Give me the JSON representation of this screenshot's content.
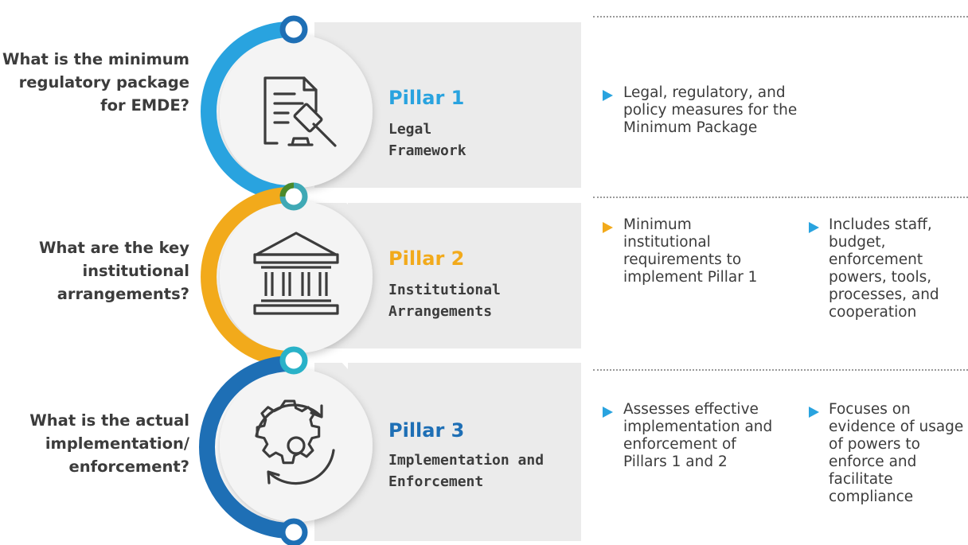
{
  "questions": [
    "What is the minimum regulatory package for EMDE?",
    "What are the key institutional arrangements?",
    "What is the actual implementation/ enforcement?"
  ],
  "pillars": [
    {
      "title": "Pillar 1",
      "subtitle": "Legal Framework",
      "icon": "legal-document-gavel-icon",
      "color": "#29a3df",
      "bullets": [
        "Legal, regulatory, and policy measures for the Minimum Package"
      ]
    },
    {
      "title": "Pillar 2",
      "subtitle": "Institutional Arrangements",
      "icon": "institution-building-icon",
      "color": "#f2aa1b",
      "bullets": [
        "Minimum institutional requirements to implement Pillar 1",
        "Includes staff, budget, enforcement powers, tools, processes, and cooperation"
      ]
    },
    {
      "title": "Pillar 3",
      "subtitle": "Implementation and Enforcement",
      "icon": "gear-cycle-icon",
      "color": "#1e6fb5",
      "bullets": [
        "Assesses effective implementation and enforcement of Pillars 1 and 2",
        "Focuses on evidence of usage of powers to enforce and facilitate compliance"
      ]
    }
  ]
}
